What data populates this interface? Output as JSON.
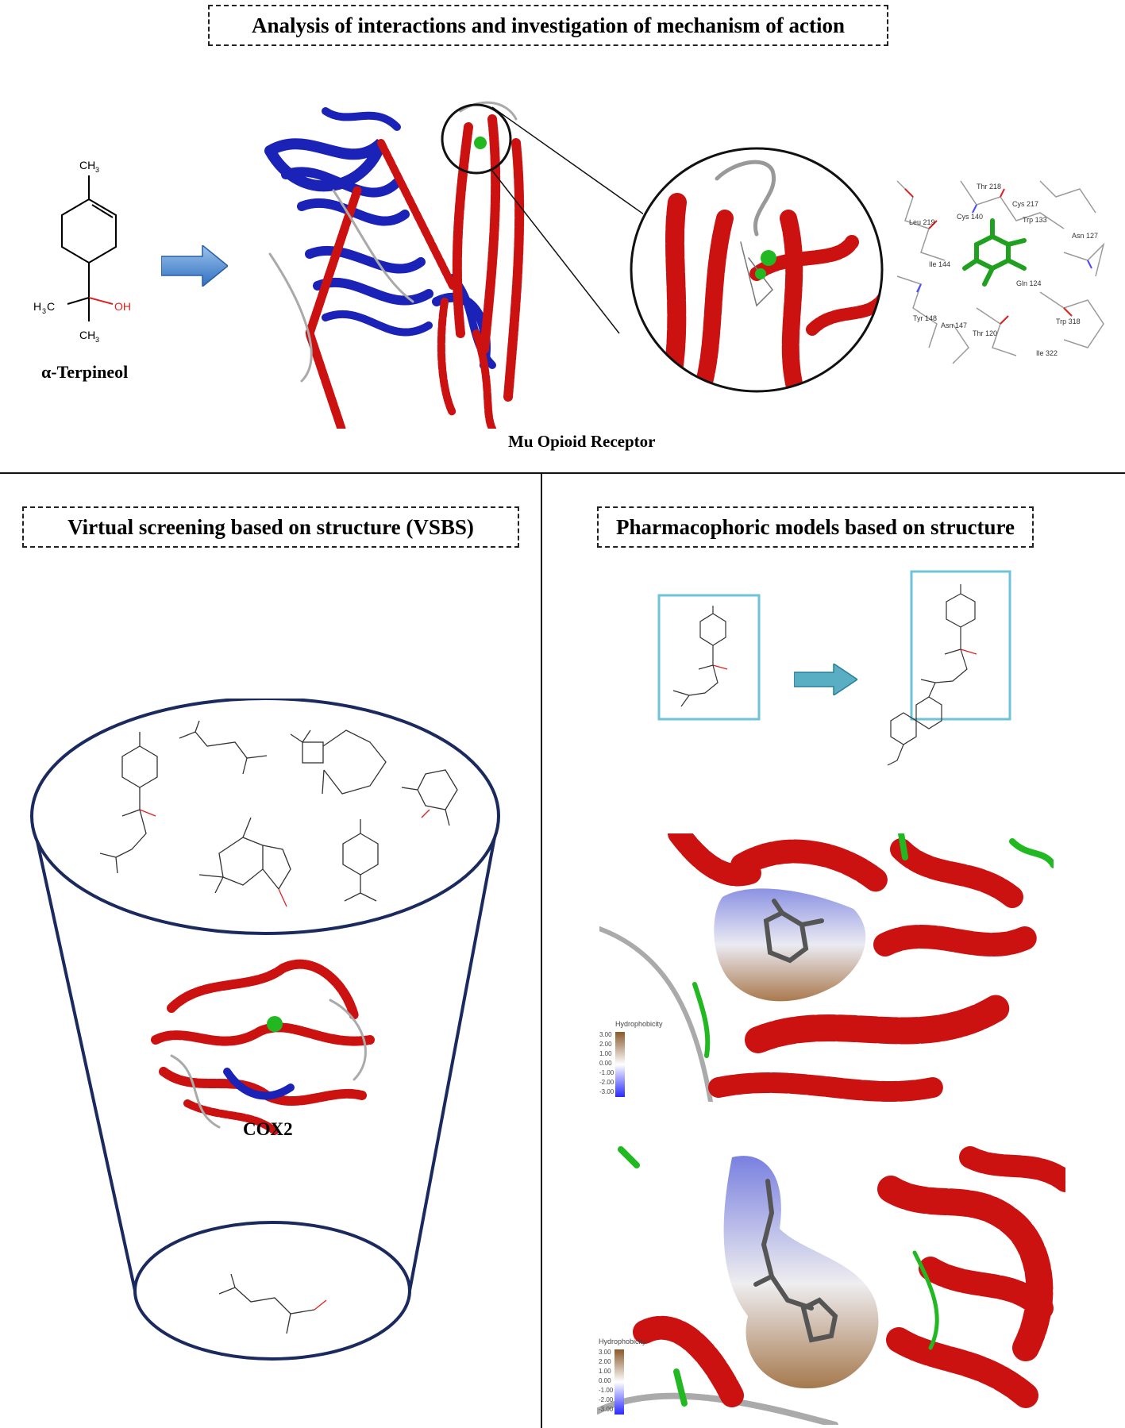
{
  "titles": {
    "top": "Analysis of interactions and investigation of mechanism of action",
    "left": "Virtual  screening based on structure (VSBS)",
    "right": "Pharmacophoric models based on structure"
  },
  "labels": {
    "terpineol": "α-Terpineol",
    "receptor": "Mu Opioid Receptor",
    "cox2": "COX2"
  },
  "hydro_legend": {
    "title": "Hydrophobicity",
    "ticks": [
      "3.00",
      "2.00",
      "1.00",
      "0.00",
      "-1.00",
      "-2.00",
      "-3.00"
    ]
  },
  "residues": [
    "Thr 218",
    "Cys 217",
    "Leu 219",
    "Cys 140",
    "Trp 133",
    "Asn 127",
    "Ile 144",
    "Gln 124",
    "Tyr 148",
    "Asn 147",
    "Thr 120",
    "Trp 318",
    "Ile 322"
  ],
  "colors": {
    "helix": "#cc1111",
    "sheet": "#1a22b8",
    "ligand": "#22b822",
    "frame": "#1a2a5e",
    "cyan_box": "#6fc3d6",
    "arrow_blue": "#3f7fcc",
    "arrow_teal": "#3a8fa8"
  }
}
